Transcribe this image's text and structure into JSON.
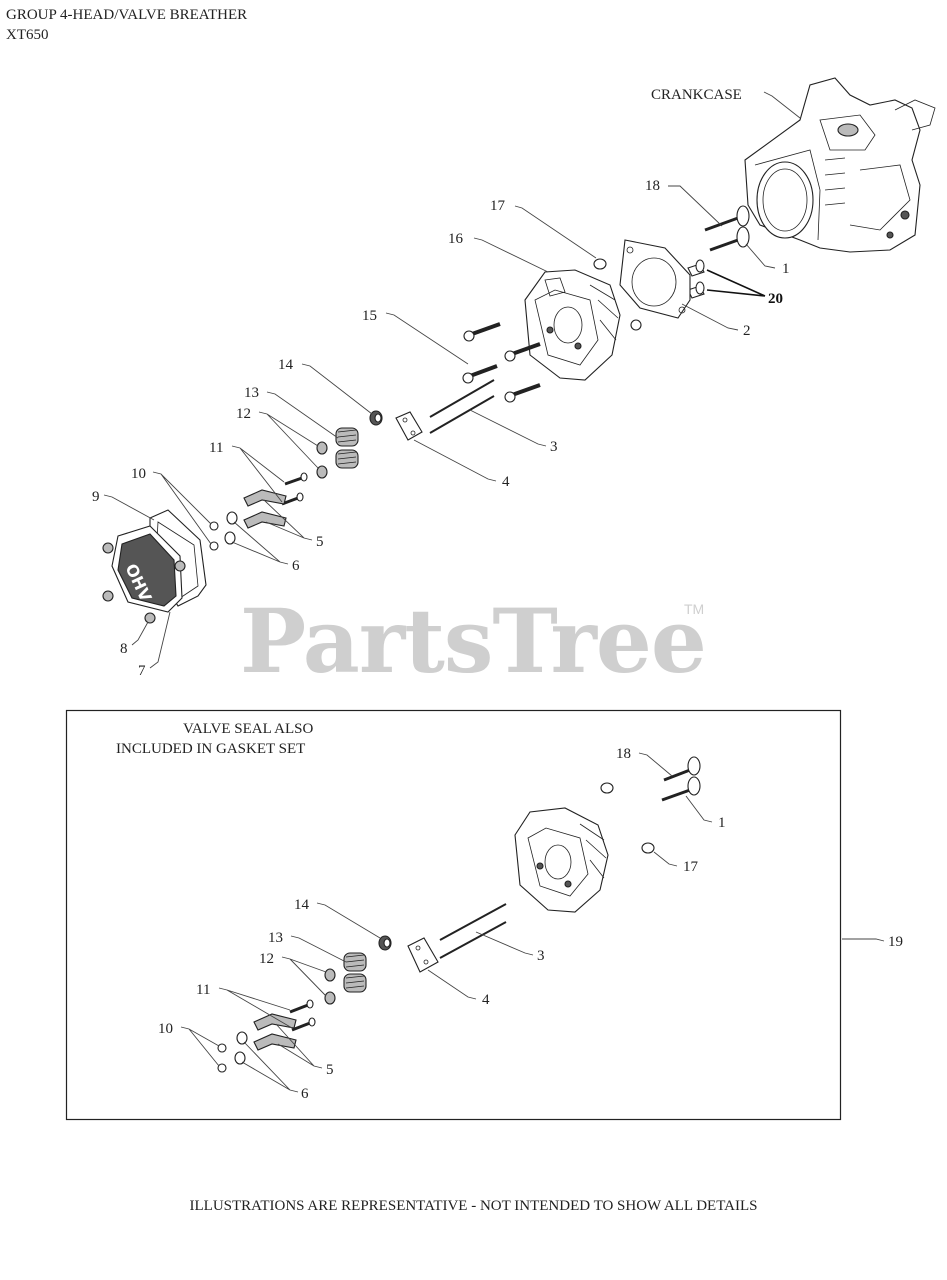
{
  "header": {
    "title": "GROUP 4-HEAD/VALVE BREATHER",
    "model": "XT650"
  },
  "crankcase_label": "CRANKCASE",
  "watermark": {
    "text": "PartsTree",
    "tm": "TM"
  },
  "inset_note": {
    "line1": "VALVE SEAL ALSO",
    "line2": "INCLUDED IN GASKET SET"
  },
  "footer": "ILLUSTRATIONS ARE REPRESENTATIVE - NOT INTENDED TO SHOW ALL DETAILS",
  "callouts_main": {
    "c1": "1",
    "c2": "2",
    "c3": "3",
    "c4": "4",
    "c5": "5",
    "c6": "6",
    "c7": "7",
    "c8": "8",
    "c9": "9",
    "c10": "10",
    "c11": "11",
    "c12": "12",
    "c13": "13",
    "c14": "14",
    "c15": "15",
    "c16": "16",
    "c17": "17",
    "c18": "18",
    "c20": "20"
  },
  "callouts_inset": {
    "c1": "1",
    "c3": "3",
    "c4": "4",
    "c5": "5",
    "c6": "6",
    "c10": "10",
    "c11": "11",
    "c12": "12",
    "c13": "13",
    "c14": "14",
    "c17": "17",
    "c18": "18",
    "c19": "19"
  },
  "cover_lettering": "OHV"
}
